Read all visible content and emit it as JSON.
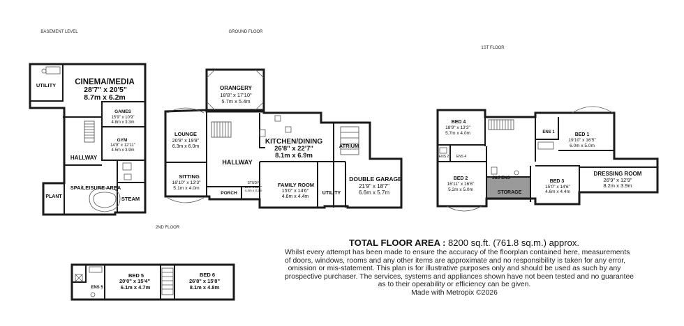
{
  "levels": {
    "basement": "BASEMENT LEVEL",
    "ground": "GROUND FLOOR",
    "first": "1ST FLOOR",
    "second": "2ND FLOOR"
  },
  "rooms": {
    "cinema": {
      "name": "CINEMA/MEDIA",
      "imperial": "28'7\"  x 20'5\"",
      "metric": "8.7m  x 6.2m"
    },
    "utility_b": {
      "name": "UTILITY"
    },
    "games": {
      "name": "GAMES",
      "imperial": "15'9\" x 10'9\"",
      "metric": "4.8m  x 3.3m"
    },
    "gym": {
      "name": "GYM",
      "imperial": "14'9\" x 12'11\"",
      "metric": "4.5m  x 3.9m"
    },
    "hallway_b": {
      "name": "HALLWAY"
    },
    "spa": {
      "name": "SPA/LEISURE AREA"
    },
    "plant": {
      "name": "PLANT"
    },
    "steam": {
      "name": "STEAM"
    },
    "orangery": {
      "name": "ORANGERY",
      "imperial": "18'8\" x 17'10\"",
      "metric": "5.7m x 5.4m"
    },
    "lounge": {
      "name": "LOUNGE",
      "imperial": "20'8\" x 19'8\"",
      "metric": "6.3m x 6.0m"
    },
    "kitchen": {
      "name": "KITCHEN/DINING",
      "imperial": "26'8\" x 22'7\"",
      "metric": "8.1m  x 6.9m"
    },
    "atrium": {
      "name": "ATRIUM"
    },
    "hallway_g": {
      "name": "HALLWAY"
    },
    "sitting": {
      "name": "SITTING",
      "imperial": "16'10\" x 13'3\"",
      "metric": "5.1m  x 4.0m"
    },
    "study": {
      "name": "STUDY",
      "imperial": "14'6\" x 10'7\"",
      "metric": "4.4m x 3.2m"
    },
    "porch": {
      "name": "PORCH"
    },
    "family": {
      "name": "FAMILY ROOM",
      "imperial": "15'0\" x 14'6\"",
      "metric": "4.6m  x 4.4m"
    },
    "utility_g": {
      "name": "UTILITY"
    },
    "garage": {
      "name": "DOUBLE GARAGE",
      "imperial": "21'9\"  x 18'7\"",
      "metric": "6.6m  x 5.7m"
    },
    "bed4": {
      "name": "BED 4",
      "imperial": "18'9\" x 13'3\"",
      "metric": "5.7m  x 4.0m"
    },
    "ens1": {
      "name": "ENS 1"
    },
    "bed1": {
      "name": "BED 1",
      "imperial": "19'10\" x 16'5\"",
      "metric": "6.0m  x 5.0m"
    },
    "ens2": {
      "name": "ENS 2"
    },
    "ens4": {
      "name": "ENS 4"
    },
    "bed2": {
      "name": "BED 2",
      "imperial": "16'11\" x 16'6\"",
      "metric": "5.2m x 5.0m"
    },
    "jj": {
      "name": "J&J ENS"
    },
    "storage": {
      "name": "STORAGE"
    },
    "bed3": {
      "name": "BED 3",
      "imperial": "15'0\" x 14'6\"",
      "metric": "4.6m  x 4.4m"
    },
    "dressing": {
      "name": "DRESSING ROOM",
      "imperial": "26'9\" x 12'9\"",
      "metric": "8.2m  x 3.9m"
    },
    "ens5": {
      "name": "ENS 5"
    },
    "bed5": {
      "name": "BED 5",
      "imperial": "20'0\" x 15'4\"",
      "metric": "6.1m  x 4.7m"
    },
    "bed6": {
      "name": "BED 6",
      "imperial": "26'8\" x 15'8\"",
      "metric": "8.1m  x 4.8m"
    }
  },
  "total": {
    "label": "TOTAL FLOOR AREA :",
    "value": "8200 sq.ft. (761.8 sq.m.) approx."
  },
  "disclaimer": [
    "Whilst every attempt has been made to ensure the accuracy of the floorplan contained here, measurements",
    "of doors, windows, rooms and any other items are approximate and no responsibility is taken for any error,",
    "omission or mis-statement. This plan is for illustrative purposes only and should be used as such by any",
    "prospective purchaser. The services, systems and appliances shown have not been tested and no guarantee",
    "as to their operability or efficiency can be given.",
    "Made with Metropix ©2026"
  ],
  "colors": {
    "wall": "#1a1a1a",
    "storage": "#9a9a9a",
    "background": "#ffffff"
  }
}
